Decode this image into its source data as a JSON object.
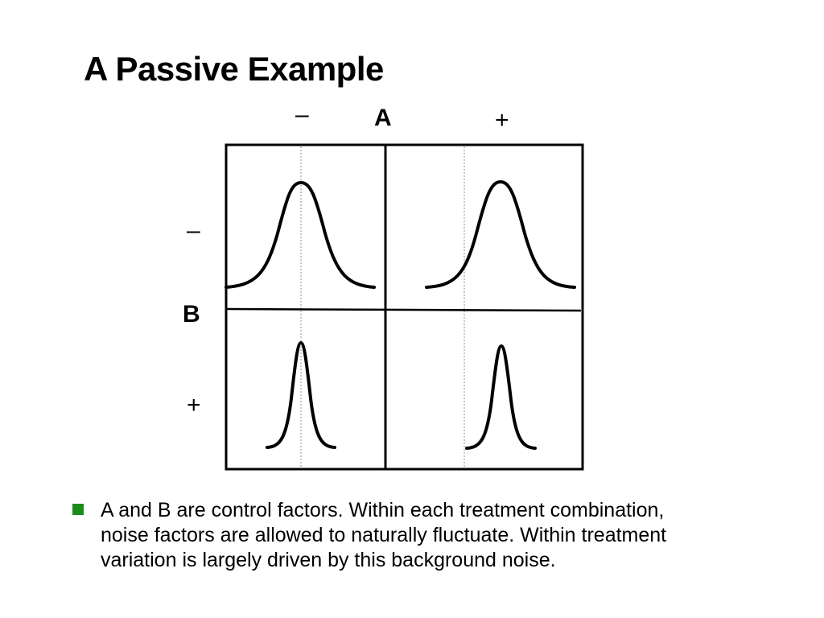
{
  "slide": {
    "title": "A Passive Example"
  },
  "diagram": {
    "factor_a": {
      "name": "A",
      "low": "–",
      "high": "+"
    },
    "factor_b": {
      "name": "B",
      "low": "–",
      "high": "+"
    },
    "cells": [
      {
        "a": "low",
        "b": "low",
        "spread": "wide"
      },
      {
        "a": "high",
        "b": "low",
        "spread": "wide"
      },
      {
        "a": "low",
        "b": "high",
        "spread": "narrow"
      },
      {
        "a": "high",
        "b": "high",
        "spread": "narrow"
      }
    ]
  },
  "bullet": {
    "text": "A and B are control factors.  Within each treatment combination,\nnoise factors are allowed to naturally fluctuate.  Within treatment\nvariation is largely driven by this background noise.",
    "marker_color": "#1a8c1a"
  }
}
